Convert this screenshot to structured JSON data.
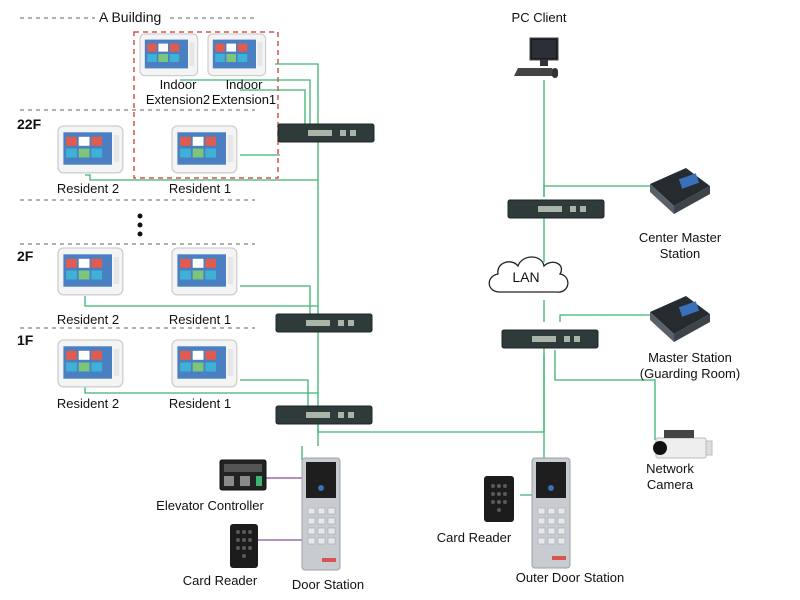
{
  "building": {
    "title": "A Building"
  },
  "floors": {
    "f22": "22F",
    "f2": "2F",
    "f1": "1F"
  },
  "extensions": {
    "ext2": "Indoor\nExtension2",
    "ext1": "Indoor\nExtension1"
  },
  "residents": {
    "f22_r2": "Resident 2",
    "f22_r1": "Resident 1",
    "f2_r2": "Resident 2",
    "f2_r1": "Resident 1",
    "f1_r2": "Resident 2",
    "f1_r1": "Resident 1"
  },
  "devices": {
    "pc_client": "PC Client",
    "center_master": "Center Master\nStation",
    "lan": "LAN",
    "master_station": "Master Station\n(Guarding Room)",
    "network_camera": "Network\nCamera",
    "elevator_controller": "Elevator Controller",
    "card_reader_left": "Card Reader",
    "door_station": "Door Station",
    "card_reader_right": "Card Reader",
    "outer_door_station": "Outer Door Station"
  },
  "colors": {
    "wire": "#3cb371",
    "extension_box": "#d9534f",
    "floor_line": "#666666"
  }
}
